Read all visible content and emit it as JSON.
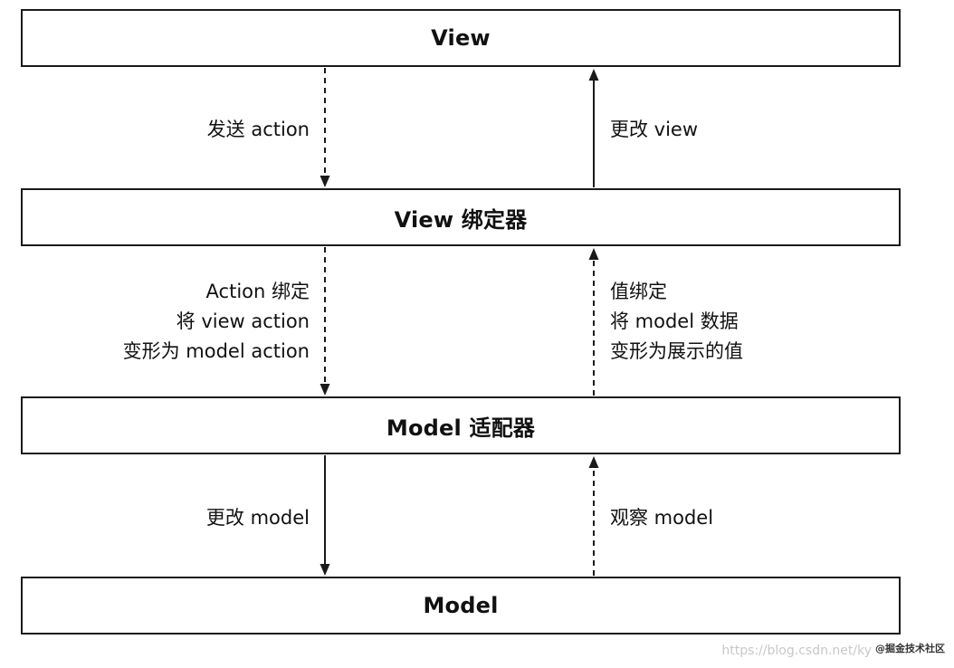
{
  "layers": {
    "view": "View",
    "view_binder": "View 绑定器",
    "model_adapter": "Model 适配器",
    "model": "Model"
  },
  "flows": {
    "send_action": "发送 action",
    "update_view": "更改 view",
    "action_binding": [
      "Action 绑定",
      "将 view action",
      "变形为 model action"
    ],
    "value_binding": [
      "值绑定",
      "将 model 数据",
      "变形为展示的值"
    ],
    "update_model": "更改 model",
    "observe_model": "观察 model"
  },
  "watermark": {
    "url": "https://blog.csdn.net/ky",
    "brand": "@掘金技术社区"
  }
}
